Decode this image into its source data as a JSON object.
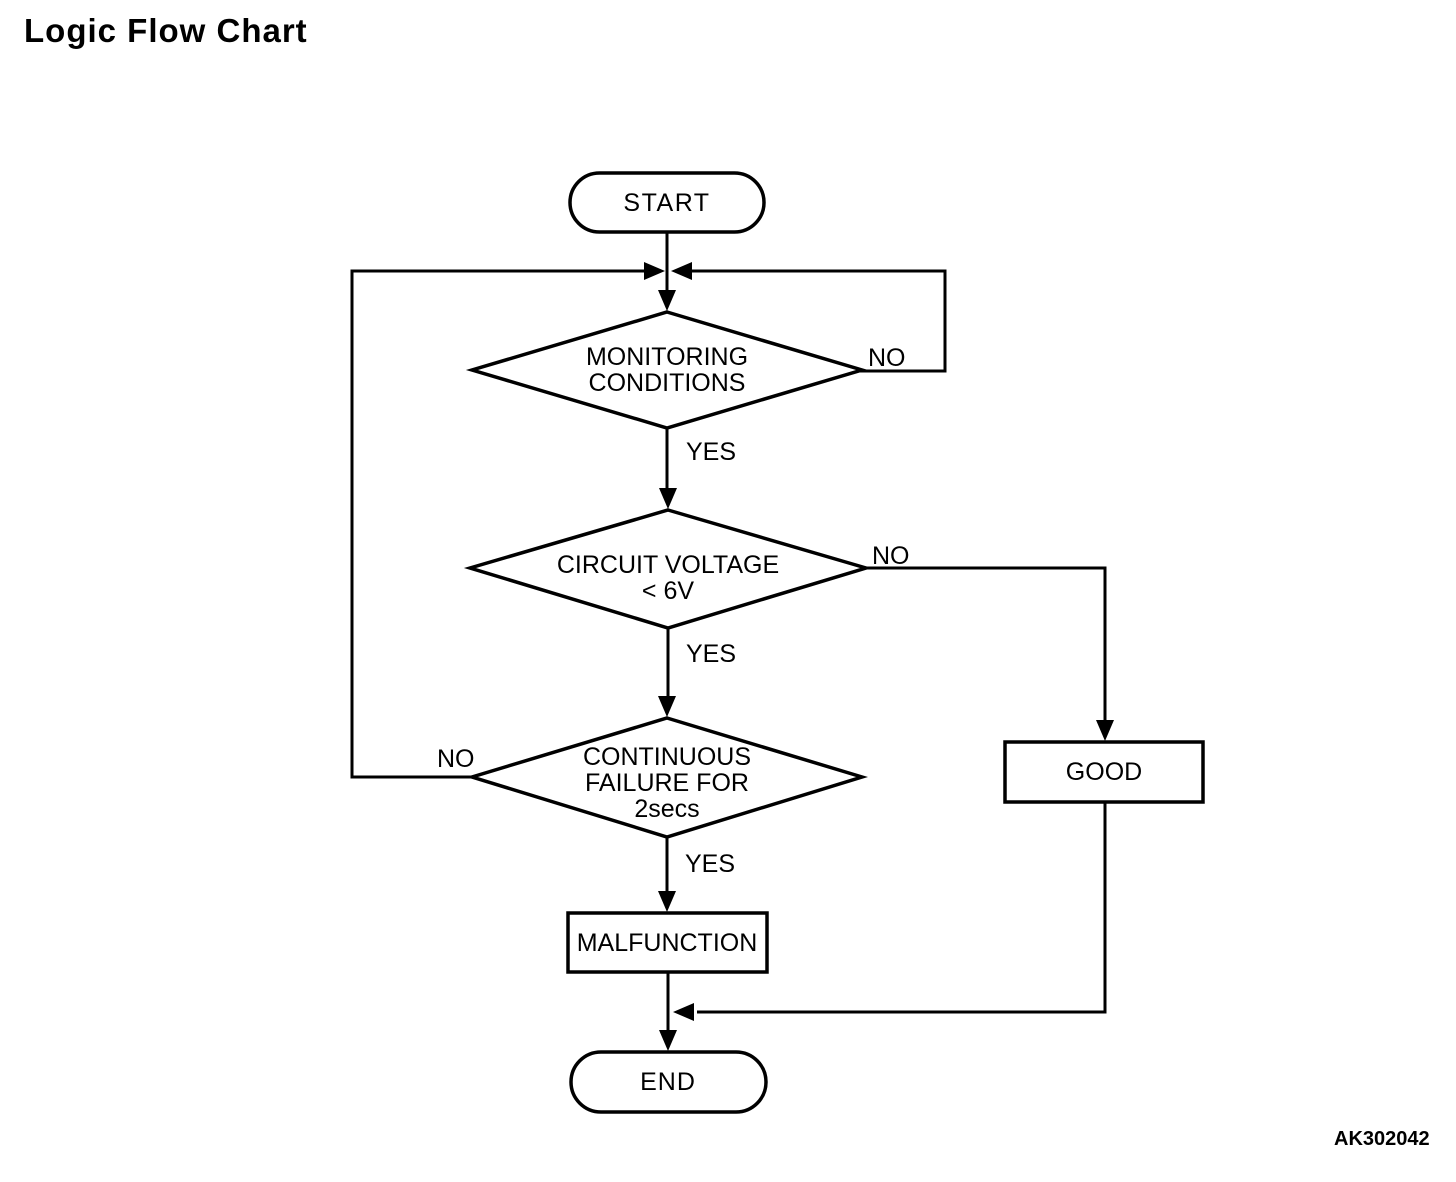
{
  "title": "Logic Flow Chart",
  "figure_code": "AK302042",
  "colors": {
    "line": "#000000",
    "background": "#ffffff",
    "text": "#000000"
  },
  "flowchart": {
    "nodes": {
      "start": {
        "type": "terminator",
        "label": "START"
      },
      "monitoring": {
        "type": "decision",
        "lines": [
          "MONITORING",
          "CONDITIONS"
        ]
      },
      "circuit_voltage": {
        "type": "decision",
        "lines": [
          "CIRCUIT VOLTAGE",
          "< 6V"
        ]
      },
      "continuous_failure": {
        "type": "decision",
        "lines": [
          "CONTINUOUS",
          "FAILURE FOR",
          "2secs"
        ]
      },
      "good": {
        "type": "process",
        "label": "GOOD"
      },
      "malfunction": {
        "type": "process",
        "label": "MALFUNCTION"
      },
      "end": {
        "type": "terminator",
        "label": "END"
      }
    },
    "edges": [
      {
        "from": "start",
        "to": "monitoring",
        "label": ""
      },
      {
        "from": "monitoring",
        "to": "circuit_voltage",
        "label": "YES"
      },
      {
        "from": "monitoring",
        "to": "loop_junction",
        "label": "NO"
      },
      {
        "from": "circuit_voltage",
        "to": "continuous_failure",
        "label": "YES"
      },
      {
        "from": "circuit_voltage",
        "to": "good",
        "label": "NO"
      },
      {
        "from": "continuous_failure",
        "to": "malfunction",
        "label": "YES"
      },
      {
        "from": "continuous_failure",
        "to": "loop_junction",
        "label": "NO"
      },
      {
        "from": "malfunction",
        "to": "end",
        "label": ""
      },
      {
        "from": "good",
        "to": "end",
        "label": ""
      }
    ]
  }
}
